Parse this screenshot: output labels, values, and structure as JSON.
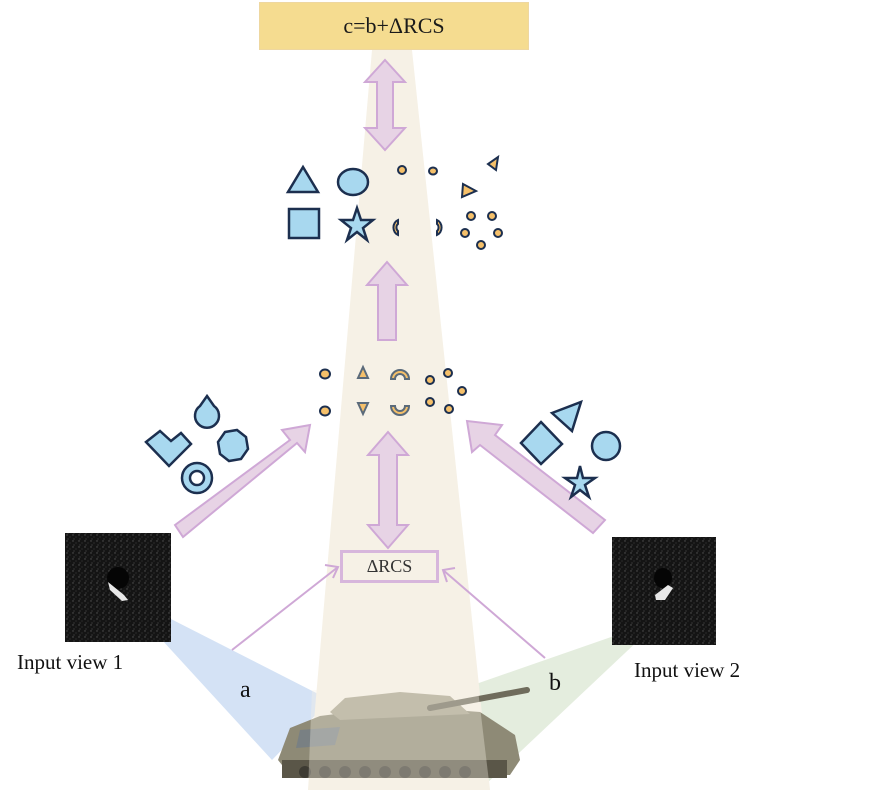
{
  "diagram": {
    "output_formula": "c=b+ΔRCS",
    "delta_box_label": "ΔRCS",
    "input_view_1_label": "Input view 1",
    "input_view_2_label": "Input view 2",
    "angle_a_label": "a",
    "angle_b_label": "b"
  },
  "colors": {
    "beam": "#f6f1e6",
    "arrow_fill": "#e7d3e5",
    "arrow_stroke": "#cfa8d6",
    "shape_blue": "#a8d8ef",
    "shape_orange": "#f5c06a",
    "outline_navy": "#1c2f4f",
    "view_a_wedge": "#c9dbf3",
    "view_b_wedge": "#dde9d6",
    "formula_box": "#f5dc90"
  },
  "icons": {
    "top_left_shapes": [
      "triangle",
      "circle",
      "square",
      "star"
    ],
    "top_right_parts": [
      "small-dot",
      "small-dot",
      "small-triangle",
      "small-triangle",
      "left-arc",
      "right-arc",
      "dot-cluster"
    ],
    "middle_parts": [
      "dot",
      "dot",
      "small-triangle-up",
      "small-triangle-down",
      "arc-top",
      "arc-bottom",
      "dot-cluster"
    ],
    "left_shapes": [
      "L-shape",
      "drop",
      "octagon",
      "ring"
    ],
    "right_shapes": [
      "triangle",
      "diamond",
      "circle",
      "star"
    ],
    "target": "tank-image",
    "sar_images": [
      "sar-chip-1",
      "sar-chip-2"
    ]
  }
}
